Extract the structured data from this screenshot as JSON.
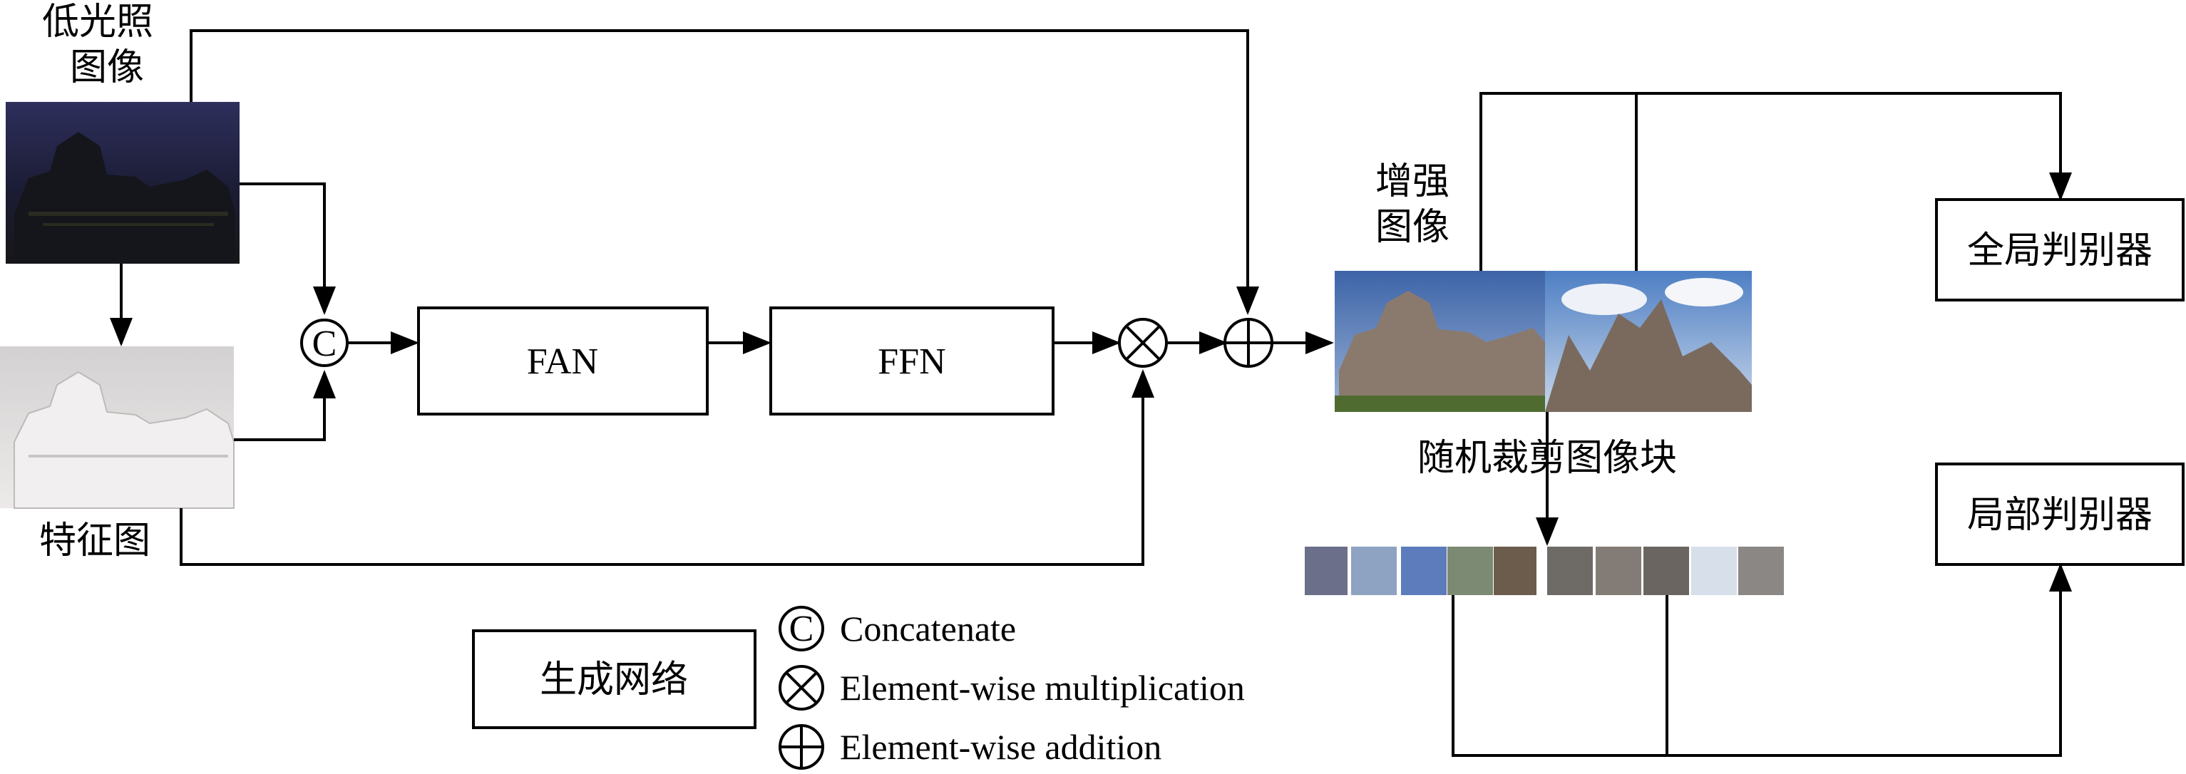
{
  "labels": {
    "low_light_image": [
      "低光照",
      "图像"
    ],
    "feature_map": "特征图",
    "enhanced_image": [
      "增强",
      "图像"
    ],
    "random_crop": "随机裁剪图像块",
    "generator_network": "生成网络"
  },
  "blocks": {
    "fan": "FAN",
    "ffn": "FFN",
    "global_discriminator": "全局判别器",
    "local_discriminator": "局部判别器"
  },
  "operators": {
    "concat_symbol": "C"
  },
  "legend": [
    {
      "symbol": "concat",
      "text": "Concatenate"
    },
    {
      "symbol": "multiply",
      "text": "Element-wise multiplication"
    },
    {
      "symbol": "add",
      "text": "Element-wise addition"
    }
  ],
  "colors": {
    "low_light_tint": "#1e1f3d",
    "feature_map_tint": "#d8d6d6",
    "enhanced_sky": "#5a7fb8",
    "stroke": "#000000"
  }
}
